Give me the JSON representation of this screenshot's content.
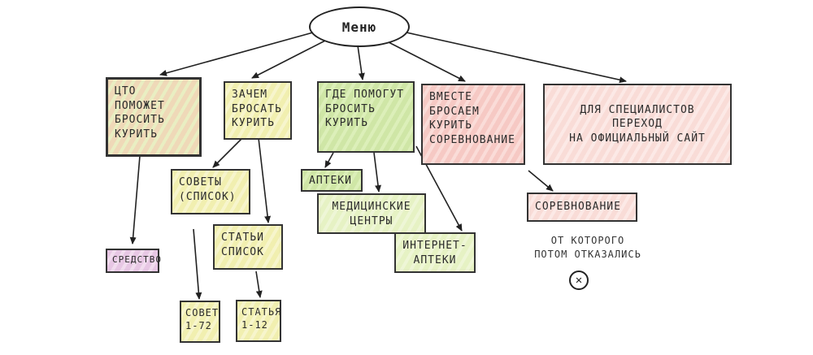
{
  "diagram": {
    "root": "Меню",
    "nodes": {
      "how_quit": "ЦТО ПОМОЖЕТ\nБРОСИТЬ\nКУРИТЬ",
      "why_quit": "ЗАЧЕМ\nБРОСАТЬ\nКУРИТЬ",
      "where_help": "ГДЕ ПОМОГУТ\nБРОСИТЬ\nКУРИТЬ",
      "together": "ВМЕСТЕ\nБРОСАЕМ\nКУРИТЬ\nСОРЕВНОВАНИЕ",
      "specialists": "ДЛЯ СПЕЦИАЛИСТОВ\nПЕРЕХОД\nНА ОФИЦИАЛЬНЫЙ САЙТ",
      "remedy": "СРЕДСТВО",
      "tips": "СОВЕТЫ\n(СПИСОК)",
      "articles": "СТАТЬИ\nСПИСОК",
      "tip_items": "СОВЕТ\n1-72",
      "article_items": "СТАТЬЯ\n1-12",
      "pharmacies": "АПТЕКИ",
      "medical": "МЕДИЦИНСКИЕ\nЦЕНТРЫ",
      "online_pharmacies": "ИНТЕРНЕТ-\nАПТЕКИ",
      "competition": "СОРЕВНОВАНИЕ"
    },
    "note": "ОТ КОТОРОГО\nПОТОМ ОТКАЗАЛИСЬ",
    "rejected_mark": "✕"
  }
}
